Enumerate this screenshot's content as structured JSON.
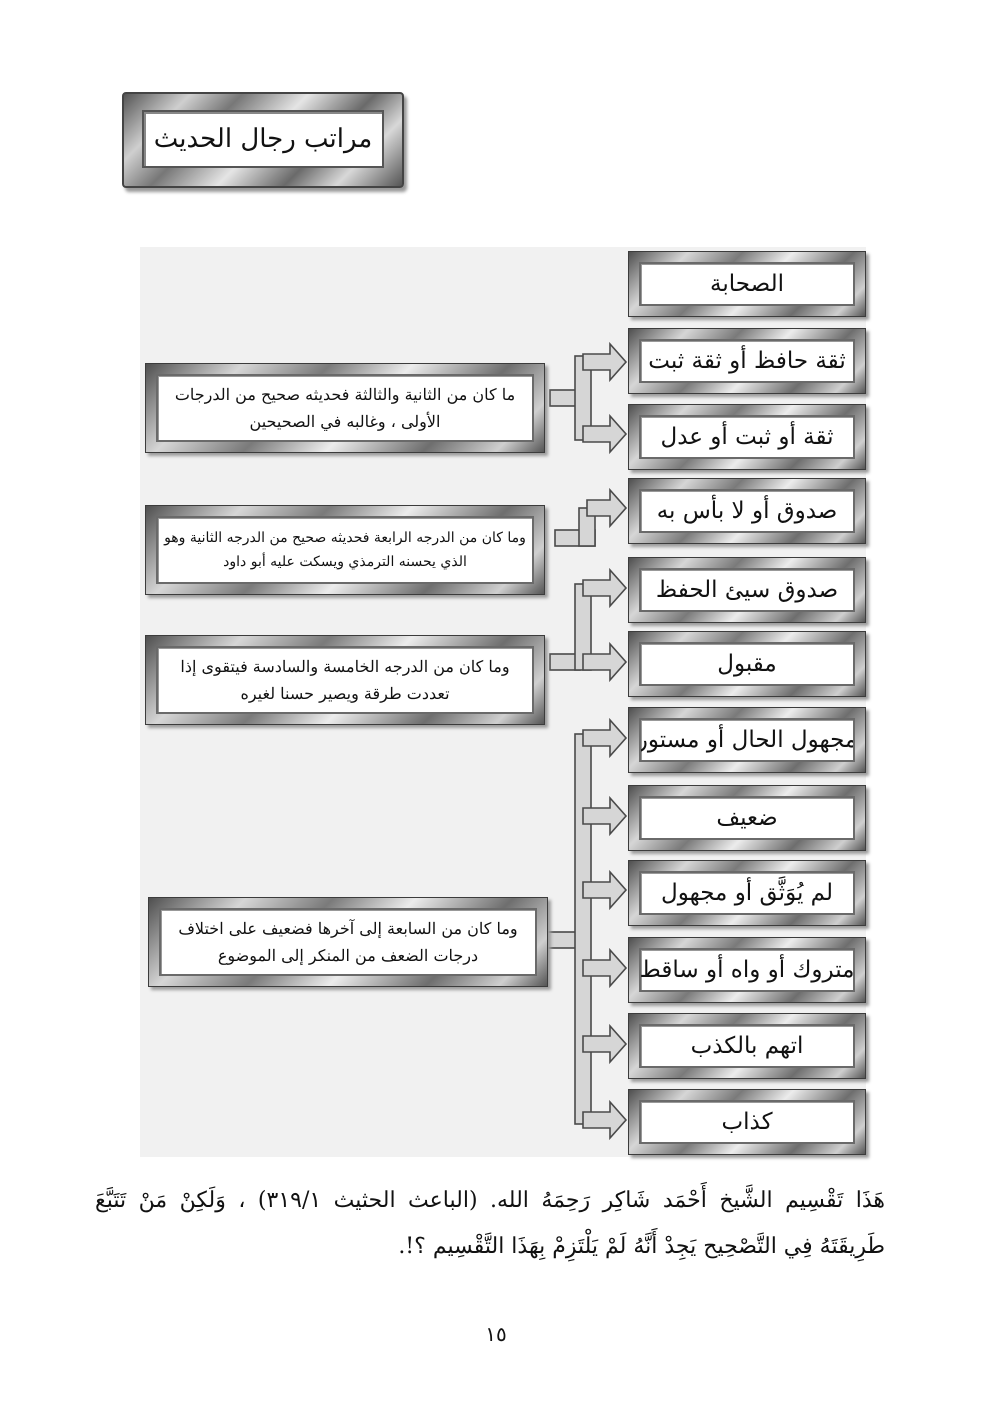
{
  "title": "مراتب رجال الحديث",
  "ranks": [
    "الصحابة",
    "ثقة حافظ أو ثقة ثبت",
    "ثقة أو ثبت أو عدل",
    "صدوق أو لا بأس به",
    "صدوق سيئ الحفظ",
    "مقبول",
    "مجهول الحال أو مستور",
    "ضعيف",
    "لم يُوَثَّق أو مجهول",
    "متروك أو واه أو ساقط",
    "اتهم بالكذب",
    "كذاب"
  ],
  "groups": [
    {
      "text": "ما كان من الثانية والثالثة فحديثه صحيح من الدرجات الأولى ، وغالبه في الصحيحين"
    },
    {
      "text": "وما كان من الدرجه الرابعة فحديثه صحيح من الدرجه الثانية وهو الذي يحسنه الترمذي ويسكت عليه أبو داود"
    },
    {
      "text": "وما كان من الدرجه الخامسة والسادسة فيتقوى إذا تعددت طرقة ويصير حسنا لغيره"
    },
    {
      "text": "وما كان من السابعة إلى آخرها فضعيف على اختلاف درجات الضعف من المنكر إلى الموضوع"
    }
  ],
  "footnote": "هَذَا تَقْسِيم الشَّيخ أَحْمَد شَاكِر رَحِمَهُ الله. (الباعث الحثيث ٣١٩/١) ، وَلَكِنْ مَنْ تَتَبَّعَ طَرِيقَتَهُ فِي التَّصْحِيح يَجِدْ أَنَّهُ لَمْ يَلْتَزِمْ بِهَذَا التَّقْسِيم ؟!.",
  "page_number": "١٥"
}
